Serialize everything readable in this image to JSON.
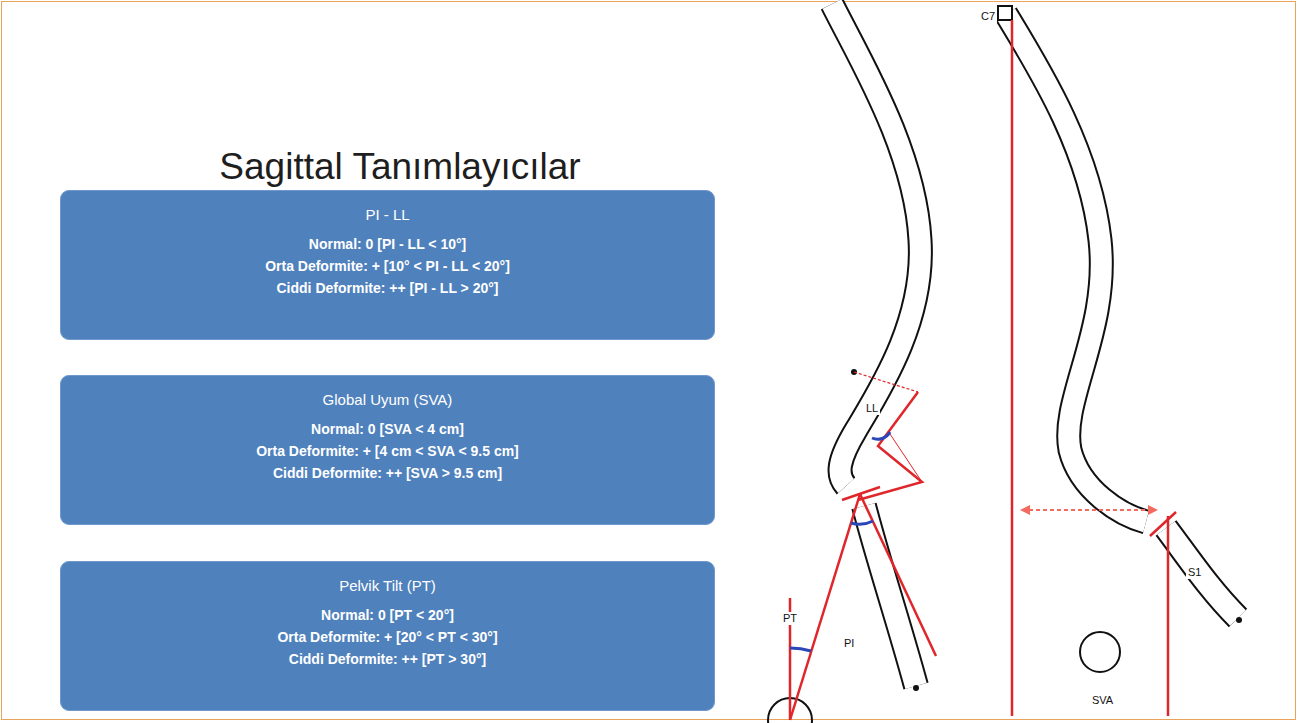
{
  "diagram": {
    "title": "Sagittal Tanımlayıcılar",
    "nodes": [
      {
        "text": [
          "PI - LL",
          "Normal: 0 [PI - LL < 10°]",
          "Orta Deformite: + [10° < PI - LL < 20°]",
          "Ciddi Deformite: ++ [PI - LL > 20°]"
        ]
      },
      {
        "text": [
          "Global Uyum (SVA)",
          "Normal: 0 [SVA < 4 cm]",
          "Orta Deformite: + [4 cm < SVA < 9.5 cm]",
          "Ciddi Deformite: ++ [SVA > 9.5 cm]"
        ]
      },
      {
        "text": [
          "Pelvik Tilt (PT)",
          "Normal: 0 [PT < 20°]",
          "Orta Deformite: + [20° < PT < 30°]",
          "Ciddi Deformite: ++ [PT > 30°]"
        ]
      }
    ],
    "labels": [
      "LL",
      "PT",
      "PI",
      "C7",
      "S1",
      "SVA"
    ]
  }
}
